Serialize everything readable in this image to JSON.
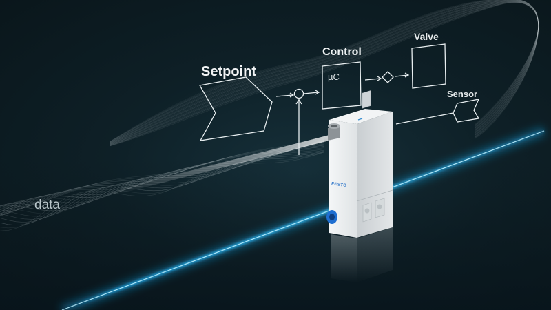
{
  "labels": {
    "setpoint": "Setpoint",
    "control": "Control",
    "controller": "µC",
    "valve": "Valve",
    "sensor": "Sensor",
    "data": "data"
  },
  "device": {
    "brand": "FESTO"
  },
  "colors": {
    "background": "#0d1b20",
    "glow_line": "#1fb8ff",
    "diagram_lines": "#e8eef0",
    "device_body": "#e9ecee",
    "connector_blue": "#1f6fd1"
  }
}
